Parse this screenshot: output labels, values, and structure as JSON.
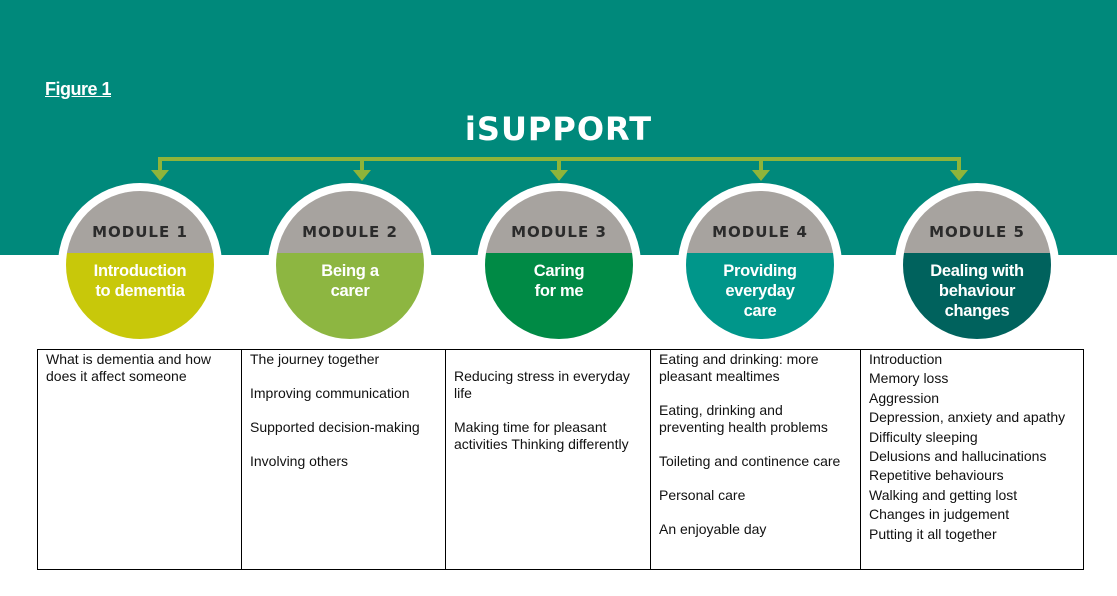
{
  "figure_label": "Figure 1",
  "title": "iSUPPORT",
  "colors": {
    "band": "#00897b",
    "connector": "#8fb43a",
    "module_header": "#a7a39f",
    "module_1": "#c8c80a",
    "module_2": "#8db641",
    "module_3": "#008a45",
    "module_4": "#00968a",
    "module_5": "#00625d"
  },
  "modules": [
    {
      "label": "MODULE 1",
      "title": "Introduction\nto dementia",
      "color": "#c8c80a",
      "topics": [
        "What is dementia and how does it affect someone"
      ]
    },
    {
      "label": "MODULE 2",
      "title": "Being a\ncarer",
      "color": "#8db641",
      "topics": [
        "The journey together",
        "Improving communication",
        "Supported decision-making",
        "Involving others"
      ]
    },
    {
      "label": "MODULE 3",
      "title": "Caring\nfor me",
      "color": "#008a45",
      "topics": [
        "Reducing stress in everyday life",
        "Making time for pleasant activities Thinking differently"
      ]
    },
    {
      "label": "MODULE 4",
      "title": "Providing\neveryday\ncare",
      "color": "#00968a",
      "topics": [
        "Eating and drinking: more pleasant mealtimes",
        "Eating, drinking and preventing health problems",
        "Toileting and continence care",
        "Personal care",
        "An enjoyable day"
      ]
    },
    {
      "label": "MODULE 5",
      "title": "Dealing with\nbehaviour\nchanges",
      "color": "#00625d",
      "topics": [
        "Introduction",
        "Memory loss",
        "Aggression",
        "Depression, anxiety and apathy",
        "Difficulty sleeping",
        "Delusions and hallucinations",
        "Repetitive behaviours",
        "Walking and getting lost",
        "Changes in judgement",
        "Putting it all together"
      ]
    }
  ]
}
